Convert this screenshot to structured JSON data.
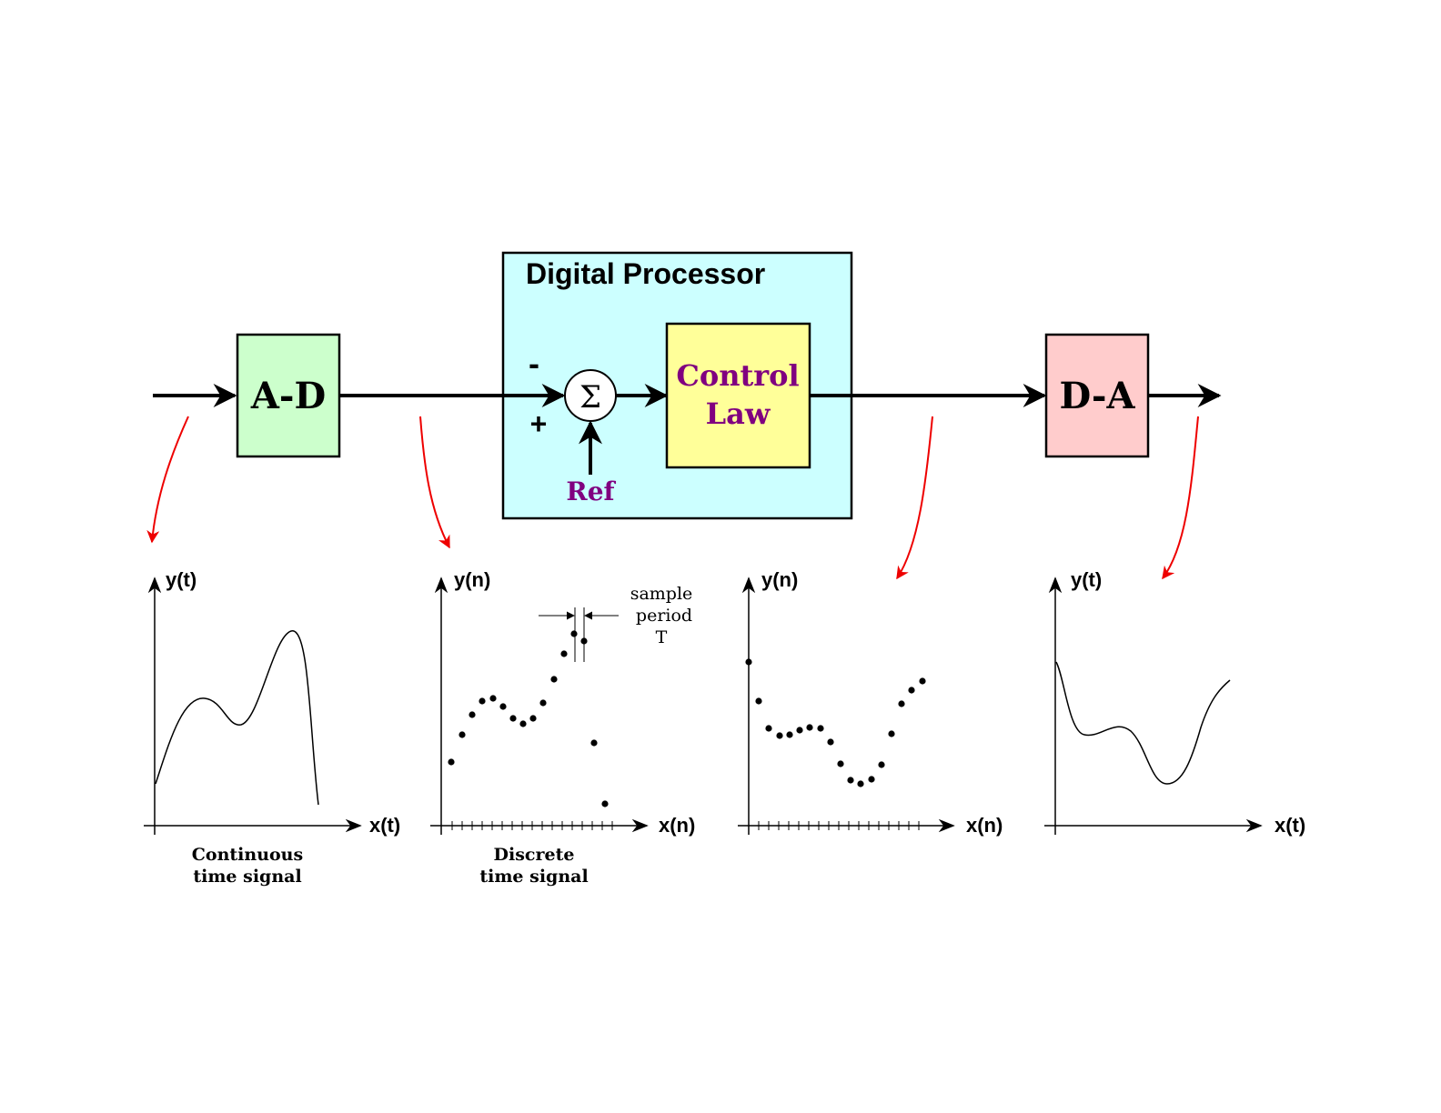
{
  "blocks": {
    "ad": "A-D",
    "processor_title": "Digital Processor",
    "sum_symbol": "Σ",
    "minus": "-",
    "plus": "+",
    "ref": "Ref",
    "control_line1": "Control",
    "control_line2": "Law",
    "da": "D-A"
  },
  "plots": {
    "p1": {
      "ylabel": "y(t)",
      "xlabel": "x(t)",
      "caption1": "Continuous",
      "caption2": "time signal"
    },
    "p2": {
      "ylabel": "y(n)",
      "xlabel": "x(n)",
      "caption1": "Discrete",
      "caption2": "time signal",
      "note1": "sample",
      "note2": "period",
      "note3": "T"
    },
    "p3": {
      "ylabel": "y(n)",
      "xlabel": "x(n)"
    },
    "p4": {
      "ylabel": "y(t)",
      "xlabel": "x(t)"
    }
  },
  "colors": {
    "ad_fill": "#ccffcc",
    "processor_fill": "#ccffff",
    "control_fill": "#ffff99",
    "da_fill": "#ffcccc",
    "purple_text": "#800080",
    "pointer_arrow": "#ee0000"
  }
}
